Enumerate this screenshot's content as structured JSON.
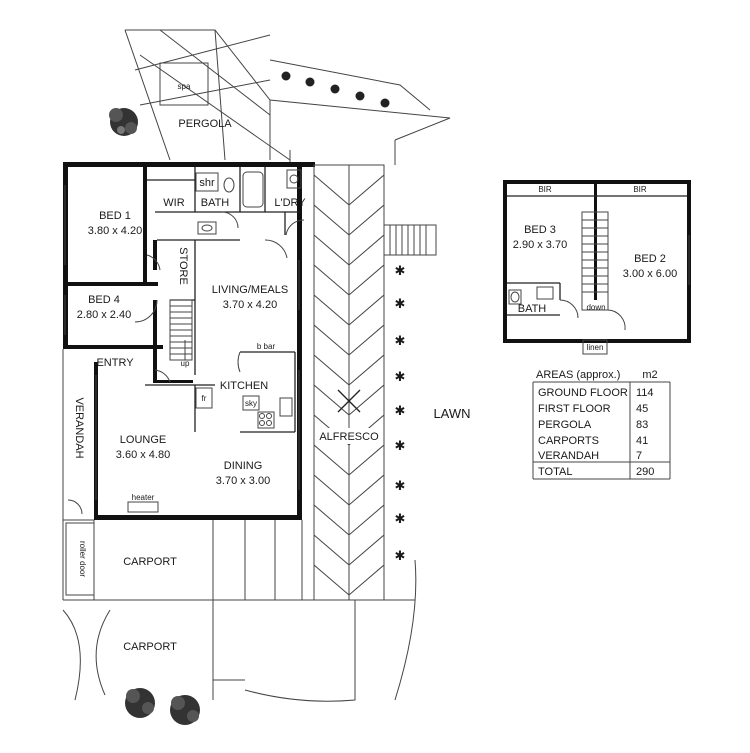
{
  "rooms": {
    "spa": "spa",
    "pergola": "PERGOLA",
    "wir": "WIR",
    "shr": "shr",
    "bath": "BATH",
    "ldry": "L'DRY",
    "bed1": {
      "name": "BED 1",
      "dims": "3.80 x 4.20"
    },
    "store": "STORE",
    "living": {
      "name": "LIVING/MEALS",
      "dims": "3.70 x 4.20"
    },
    "bed4": {
      "name": "BED 4",
      "dims": "2.80 x 2.40"
    },
    "entry": "ENTRY",
    "up": "up",
    "bbar": "b bar",
    "kitchen": "KITCHEN",
    "fr": "fr",
    "sky": "sky",
    "verandah": "VERANDAH",
    "lounge": {
      "name": "LOUNGE",
      "dims": "3.60 x 4.80"
    },
    "dining": {
      "name": "DINING",
      "dims": "3.70 x 3.00"
    },
    "heater": "heater",
    "alfresco": "ALFRESCO",
    "lawn": "LAWN",
    "roller_door": "roller door",
    "carport1": "CARPORT",
    "carport2": "CARPORT"
  },
  "upper": {
    "bir1": "BIR",
    "bir2": "BIR",
    "bed3": {
      "name": "BED 3",
      "dims": "2.90 x 3.70"
    },
    "bed2": {
      "name": "BED 2",
      "dims": "3.00 x 6.00"
    },
    "bath": "BATH",
    "down": "down",
    "linen": "linen"
  },
  "areas": {
    "header": "AREAS (approx.)",
    "unit": "m2",
    "rows": [
      {
        "label": "GROUND FLOOR",
        "value": "114"
      },
      {
        "label": "FIRST FLOOR",
        "value": "45"
      },
      {
        "label": "PERGOLA",
        "value": "83"
      },
      {
        "label": "CARPORTS",
        "value": "41"
      },
      {
        "label": "VERANDAH",
        "value": "7"
      }
    ],
    "total_label": "TOTAL",
    "total_value": "290"
  }
}
